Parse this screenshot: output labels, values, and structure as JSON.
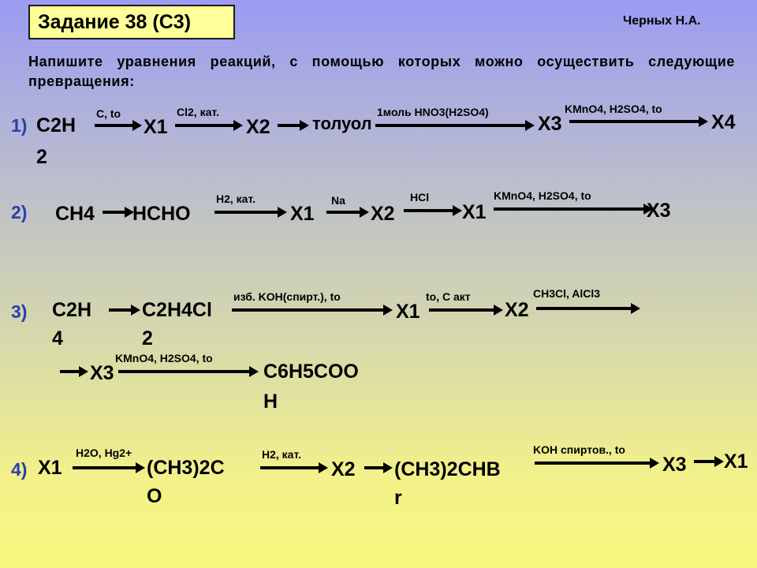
{
  "title": "Задание 38 (С3)",
  "author": "Черных Н.А.",
  "instruction": "Напишите уравнения реакций, с помощью которых можно осуществить следующие превращения:",
  "numbers": [
    "1)",
    "2)",
    "3)",
    "4)"
  ],
  "chain1": {
    "items": [
      "C2H",
      "2",
      "X1",
      "X2",
      "толуол",
      "X3",
      "X4"
    ],
    "conditions": [
      "C, to",
      "Cl2, кат.",
      "1моль HNO3(H2SO4)",
      "KMnO4, H2SO4, to"
    ]
  },
  "chain2": {
    "items": [
      "CH4",
      "HCHO",
      "X1",
      "X2",
      "X1",
      "X3"
    ],
    "conditions": [
      "H2, кат.",
      "Na",
      "HCl",
      "KMnO4, H2SO4, to"
    ]
  },
  "chain3": {
    "items": [
      "C2H",
      "4",
      "C2H4Cl",
      "2",
      "X1",
      "X2",
      "X3",
      "C6H5COO",
      "H"
    ],
    "conditions": [
      "изб. KOH(спирт.), to",
      "to, C акт",
      "CH3Cl, AlCl3",
      "KMnO4, H2SO4, to"
    ]
  },
  "chain4": {
    "items": [
      "X1",
      "(CH3)2C",
      "O",
      "X2",
      "(CH3)2CHB",
      "r",
      "X3",
      "X1"
    ],
    "conditions": [
      "H2O, Hg2+",
      "H2, кат.",
      "KOH спиртов., to"
    ]
  }
}
